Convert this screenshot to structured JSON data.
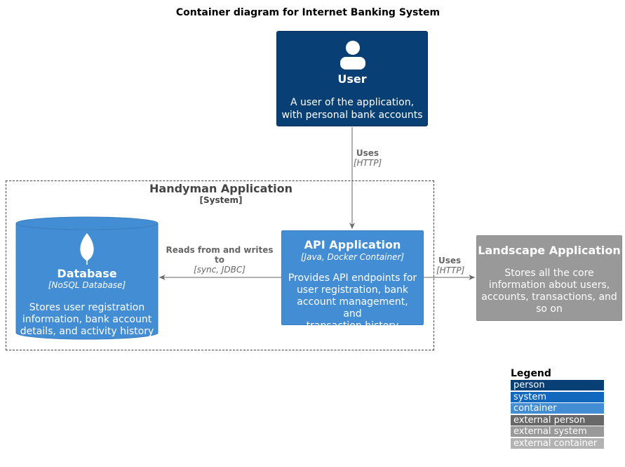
{
  "title": "Container diagram for Internet Banking System",
  "person": {
    "name": "User",
    "description_lines": [
      "A user of the application,",
      "with personal bank accounts"
    ],
    "icon": "person-icon",
    "color": "#083f75"
  },
  "boundary": {
    "name": "Handyman Application",
    "type": "[System]"
  },
  "api": {
    "name": "API Application",
    "technology": "[Java, Docker Container]",
    "description_lines": [
      "Provides API endpoints for",
      "user registration, bank",
      "account management, and",
      "transaction history"
    ],
    "color": "#438dd5"
  },
  "database": {
    "name": "Database",
    "technology": "[NoSQL Database]",
    "description_lines": [
      "Stores user registration",
      "information, bank account",
      "details, and activity history"
    ],
    "icon": "leaf-icon",
    "color": "#438dd5"
  },
  "external": {
    "name": "Landscape Application",
    "description_lines": [
      "Stores all the core",
      "information about users,",
      "accounts, transactions, and",
      "so on"
    ],
    "color": "#999999"
  },
  "relations": [
    {
      "label": "Uses",
      "technology": "[HTTP]"
    },
    {
      "label_lines": [
        "Reads from and writes",
        "to"
      ],
      "technology": "[sync, JDBC]"
    },
    {
      "label": "Uses",
      "technology": "[HTTP]"
    }
  ],
  "legend": {
    "title": "Legend",
    "items": [
      {
        "label": "person",
        "color": "#083f75"
      },
      {
        "label": "system",
        "color": "#1168bd"
      },
      {
        "label": "container",
        "color": "#438dd5"
      },
      {
        "label": "external person",
        "color": "#686868"
      },
      {
        "label": "external system",
        "color": "#999999"
      },
      {
        "label": "external container",
        "color": "#b3b3b3"
      }
    ]
  }
}
